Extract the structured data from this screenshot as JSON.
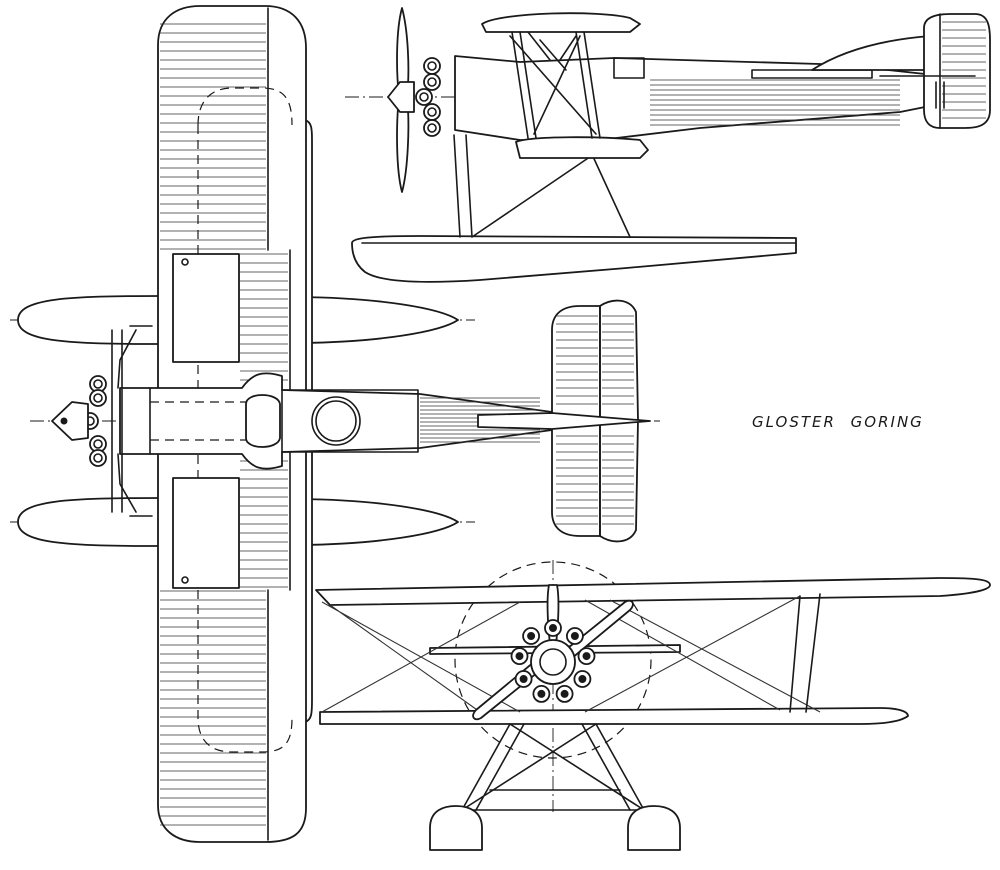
{
  "drawing": {
    "title": "GLOSTER GORING",
    "views": [
      "side-view",
      "plan-view",
      "front-view"
    ]
  },
  "colors": {
    "ink": "#1a1a1a",
    "paper": "#ffffff"
  }
}
